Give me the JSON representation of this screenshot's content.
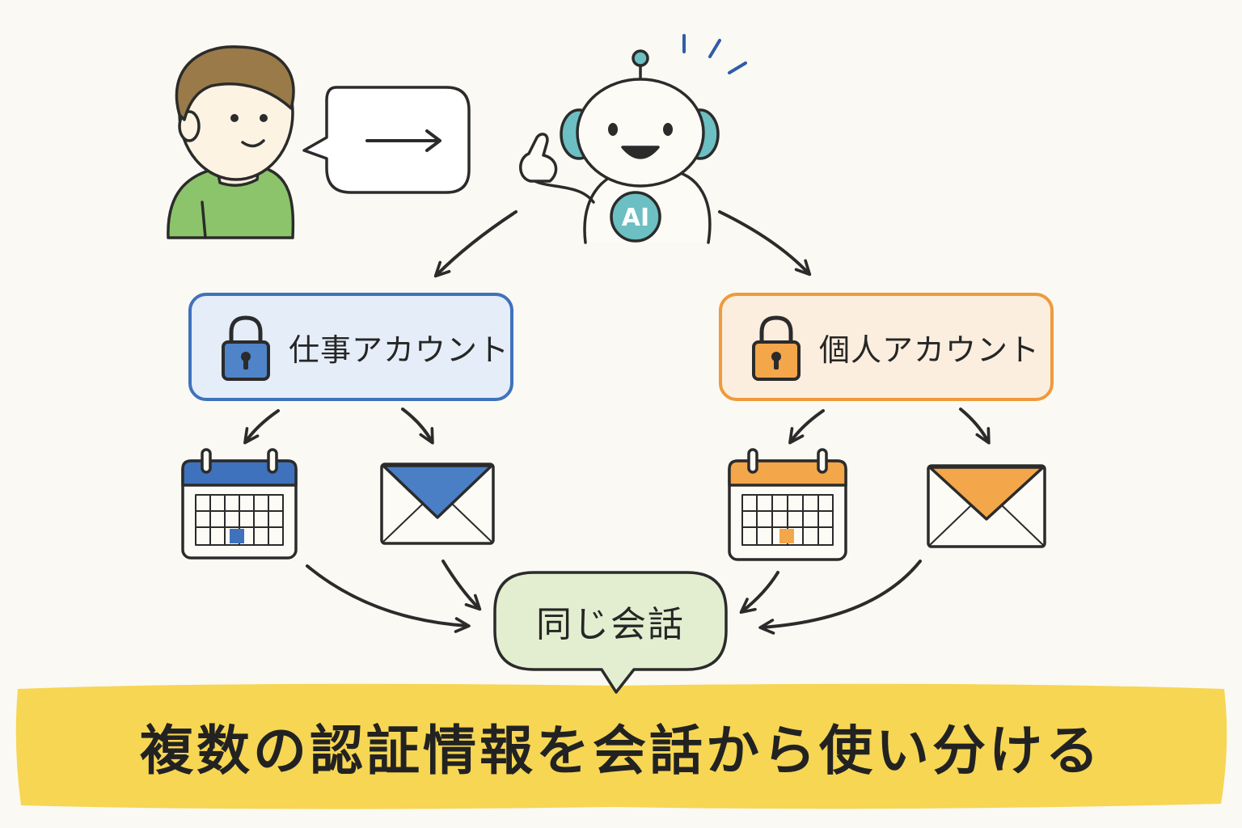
{
  "accounts": {
    "work": {
      "label": "仕事アカウント",
      "color": "#3f72bc"
    },
    "personal": {
      "label": "個人アカウント",
      "color": "#ef9a3c"
    }
  },
  "robot": {
    "badge": "AI"
  },
  "conversation": {
    "label": "同じ会話"
  },
  "banner": {
    "title": "複数の認証情報を会話から使い分ける"
  },
  "colors": {
    "background": "#fbf9f3",
    "banner": "#f6d44a",
    "conversation_bubble": "#e3eed0",
    "shirt": "#8cc46b",
    "hair": "#9a7a48",
    "robot_ear": "#6cbfc2"
  }
}
